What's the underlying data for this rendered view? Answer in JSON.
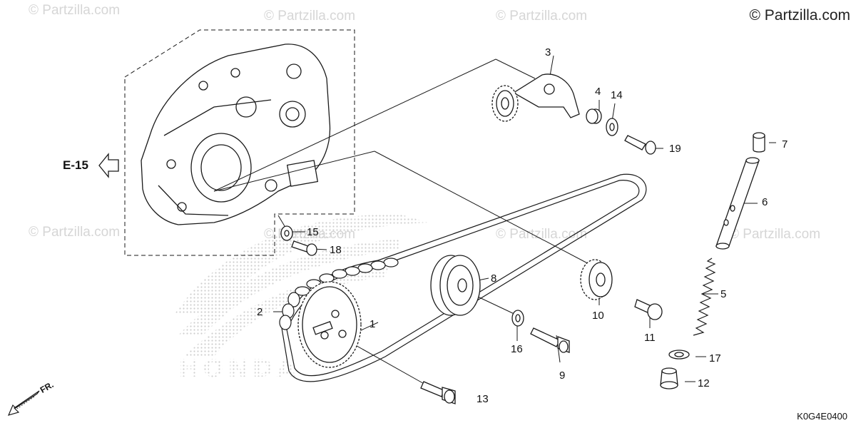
{
  "copyright": "© Partzilla.com",
  "watermark_text": "© Partzilla.com",
  "diagram_code": "K0G4E0400",
  "reference_label": "E-15",
  "front_label": "FR.",
  "brand_watermark": "HONDA",
  "callouts": {
    "c1": "1",
    "c2": "2",
    "c3": "3",
    "c4": "4",
    "c5": "5",
    "c6": "6",
    "c7": "7",
    "c8": "8",
    "c9": "9",
    "c10": "10",
    "c11": "11",
    "c12": "12",
    "c13": "13",
    "c14": "14",
    "c15": "15",
    "c16": "16",
    "c17": "17",
    "c18": "18",
    "c19": "19"
  },
  "colors": {
    "line": "#1a1a1a",
    "watermark": "#d6d6d6",
    "honda_dots": "#c9c9c9"
  }
}
